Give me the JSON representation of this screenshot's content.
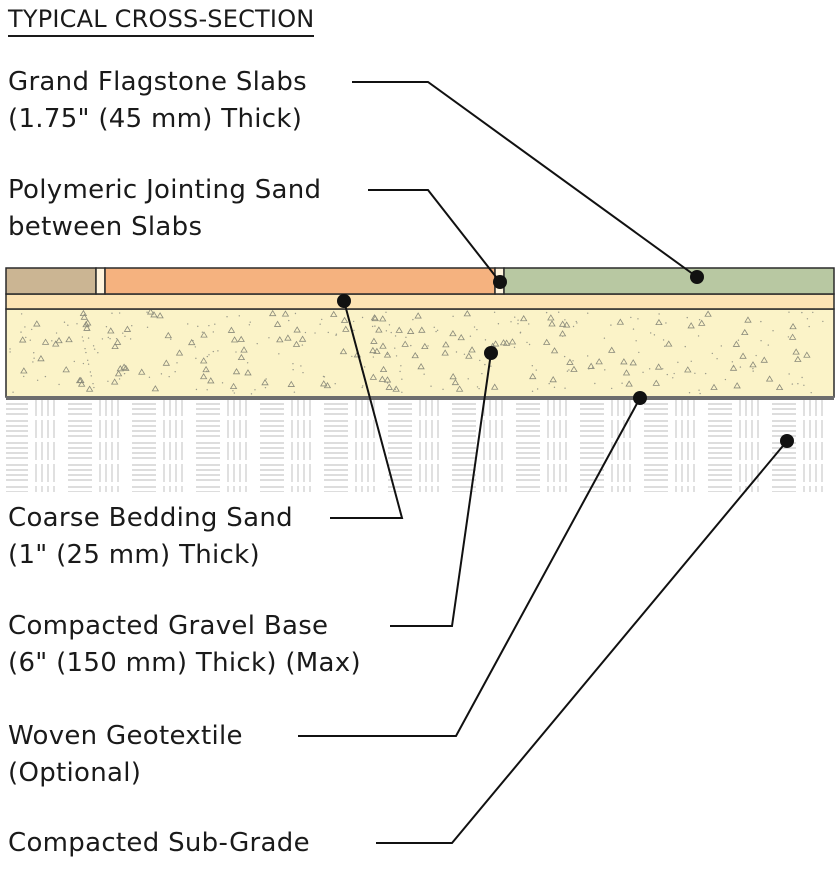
{
  "title": "TYPICAL CROSS-SECTION",
  "labels": {
    "slabs": {
      "line1": "Grand Flagstone Slabs",
      "line2": "(1.75\" (45 mm) Thick)"
    },
    "jointing": {
      "line1": "Polymeric Jointing Sand",
      "line2": "between Slabs"
    },
    "bedding": {
      "line1": "Coarse Bedding Sand",
      "line2": "(1\" (25 mm) Thick)"
    },
    "gravel": {
      "line1": "Compacted Gravel Base",
      "line2": "(6\" (150 mm) Thick) (Max)"
    },
    "geotextile": {
      "line1": "Woven Geotextile",
      "line2": "(Optional)"
    },
    "subgrade": {
      "line1": "Compacted Sub-Grade"
    }
  },
  "colors": {
    "slab_tan": "#cbb593",
    "slab_orange": "#f5b27f",
    "slab_green": "#b8c8a2",
    "bedding_sand": "#fde4b4",
    "gravel_base": "#fbf3c8",
    "geotextile": "#6d6d6d",
    "subgrade_pattern": "#d2d2d2",
    "leader": "#111111"
  }
}
